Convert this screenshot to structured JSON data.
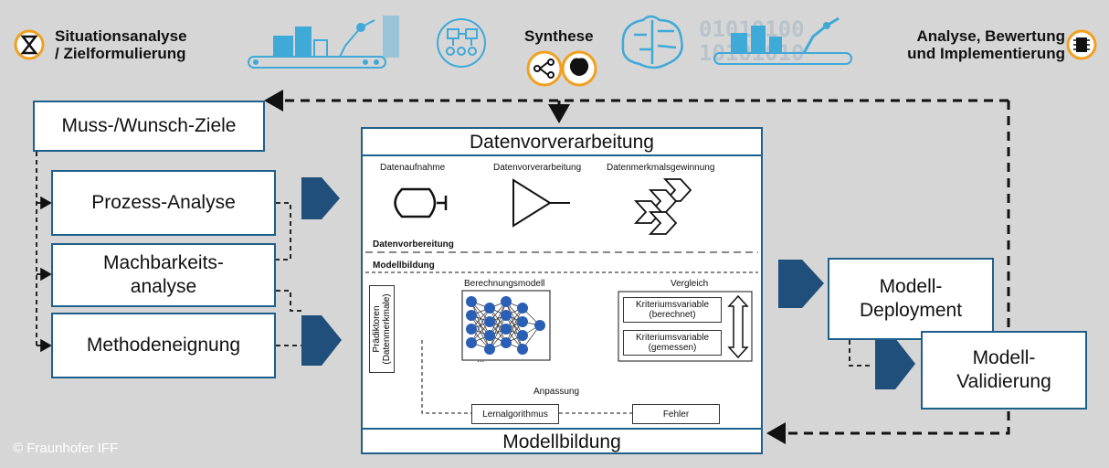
{
  "header": {
    "situation_l1": "Situationsanalyse",
    "situation_l2": "/ Zielformulierung",
    "synthese": "Synthese",
    "analyse_l1": "Analyse, Bewertung",
    "analyse_l2": "und Implementierung",
    "binary_l1": "01010100",
    "binary_l2": "10101010"
  },
  "left": {
    "ziele": "Muss-/Wunsch-Ziele",
    "prozess": "Prozess-Analyse",
    "machbar_l1": "Machbarkeits-",
    "machbar_l2": "analyse",
    "methode": "Methodeneignung"
  },
  "center": {
    "top_title": "Datenvorverarbeitung",
    "bottom_title": "Modellbildung",
    "step_aufnahme": "Datenaufnahme",
    "step_vorverarbeitung": "Datenvorverarbeitung",
    "step_merkmal": "Datenmerkmalsgewinnung",
    "section_vorbereitung": "Datenvorbereitung",
    "section_modellbildung": "Modellbildung",
    "praediktoren_l1": "Prädiktoren",
    "praediktoren_l2": "(Datenmerkmale)",
    "berechnungsmodell": "Berechnungsmodell",
    "ellipsis": "...",
    "vergleich": "Vergleich",
    "krit_berechnet_l1": "Kriteriumsvariable",
    "krit_berechnet_l2": "(berechnet)",
    "krit_gemessen_l1": "Kriteriumsvariable",
    "krit_gemessen_l2": "(gemessen)",
    "anpassung": "Anpassung",
    "lernalgorithmus": "Lernalgorithmus",
    "fehler": "Fehler"
  },
  "right": {
    "deploy_l1": "Modell-",
    "deploy_l2": "Deployment",
    "valid_l1": "Modell-",
    "valid_l2": "Validierung"
  },
  "footer": {
    "copyright": "© Fraunhofer IFF"
  },
  "colors": {
    "navy": "#1f4f7a",
    "box_border": "#1f5f8b",
    "orange": "#f2a01e",
    "icon_blue": "#3fa9d8",
    "background": "#d6d6d6"
  }
}
